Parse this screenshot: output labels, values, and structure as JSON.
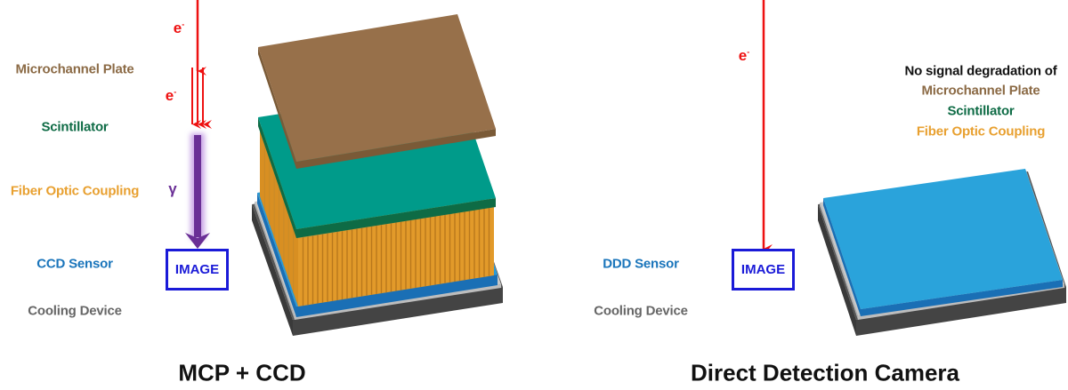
{
  "colors": {
    "mcp": "#8b6a45",
    "scintillator": "#0e6b45",
    "fiber": "#e8a030",
    "sensor": "#1a75bb",
    "cooling": "#666666",
    "electron": "#ee1111",
    "photon": "#6a2f96",
    "image_box": "#1a1ad8"
  },
  "left": {
    "title": "MCP + CCD",
    "labels": {
      "mcp": "Microchannel Plate",
      "scintillator": "Scintillator",
      "fiber": "Fiber Optic Coupling",
      "sensor": "CCD Sensor",
      "cooling": "Cooling Device"
    },
    "electron_symbol": "e",
    "electron_charge": "-",
    "photon_symbol": "γ",
    "image_label": "IMAGE"
  },
  "right": {
    "title": "Direct Detection Camera",
    "labels": {
      "sensor": "DDD Sensor",
      "cooling": "Cooling Device"
    },
    "electron_symbol": "e",
    "electron_charge": "-",
    "image_label": "IMAGE",
    "note": {
      "heading": "No signal degradation of",
      "items": [
        "Microchannel Plate",
        "Scintillator",
        "Fiber Optic Coupling"
      ]
    }
  }
}
